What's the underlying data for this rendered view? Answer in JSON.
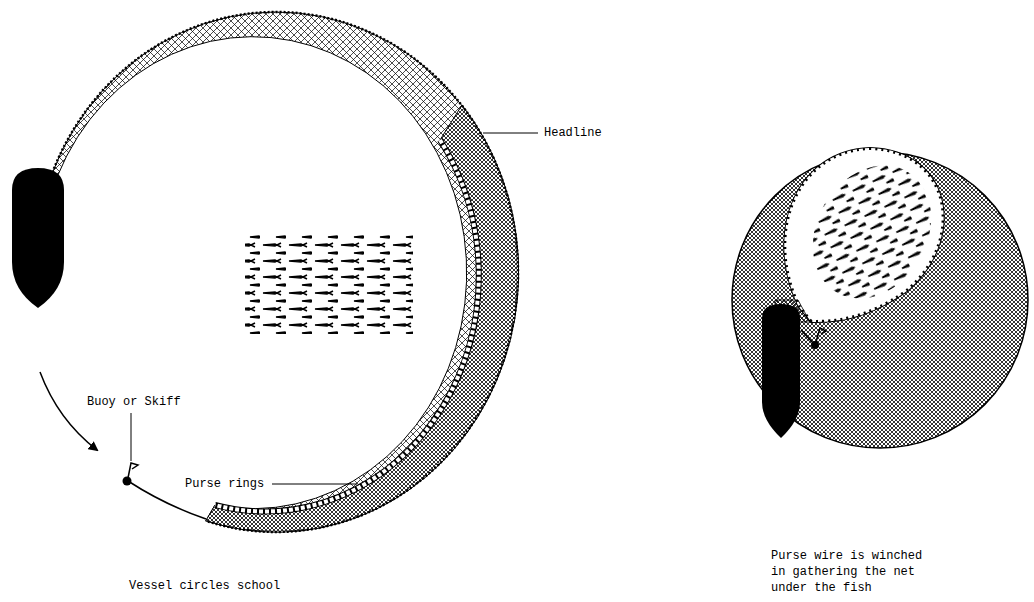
{
  "diagram": {
    "labels": [
      "Headline",
      "Buoy or Skiff",
      "Purse rings",
      "Vessel circles school",
      "Purse wire is winched in gathering the net under the fish"
    ]
  }
}
